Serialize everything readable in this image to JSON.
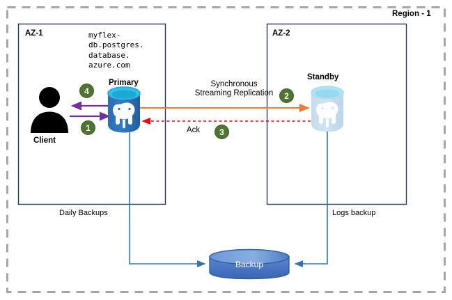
{
  "diagram": {
    "region": {
      "label": "Region - 1",
      "border_style": "dashed",
      "border_color": "#a6a6a6"
    },
    "zones": [
      {
        "id": "az1",
        "label": "AZ-1",
        "border_color": "#1f3864"
      },
      {
        "id": "az2",
        "label": "AZ-2",
        "border_color": "#1f3864"
      }
    ],
    "hostname": "myflex-\ndb.postgres.\ndatabase.\nazure.com",
    "nodes": {
      "client": {
        "label": "Client",
        "icon": "user-silhouette-icon",
        "color": "#000000"
      },
      "primary": {
        "label": "Primary",
        "icon": "postgresql-database-icon",
        "body_color": "#2f6fb6",
        "top_color": "#2bc4e8"
      },
      "standby": {
        "label": "Standby",
        "icon": "postgresql-database-icon",
        "body_color": "#bcd6ea",
        "top_color": "#a5e3f5"
      },
      "backup": {
        "label": "Backup",
        "icon": "backup-cylinder-icon",
        "fill_color": "#4472c4",
        "border_color": "#2e5fa3"
      }
    },
    "flows": {
      "replication_label": "Synchronous\nStreaming Replication",
      "replication_color": "#ed7d31",
      "ack_label": "Ack",
      "ack_color": "#ff0000",
      "client_arrow_color": "#7030a0",
      "daily_backups_label": "Daily Backups",
      "logs_backup_label": "Logs backup",
      "backup_line_color": "#2e75b6"
    },
    "step_badges": [
      {
        "number": "1",
        "description": "client-request-to-primary"
      },
      {
        "number": "2",
        "description": "replication-to-standby"
      },
      {
        "number": "3",
        "description": "ack-from-standby"
      },
      {
        "number": "4",
        "description": "response-to-client"
      }
    ],
    "badge_color": "#4d7430"
  }
}
